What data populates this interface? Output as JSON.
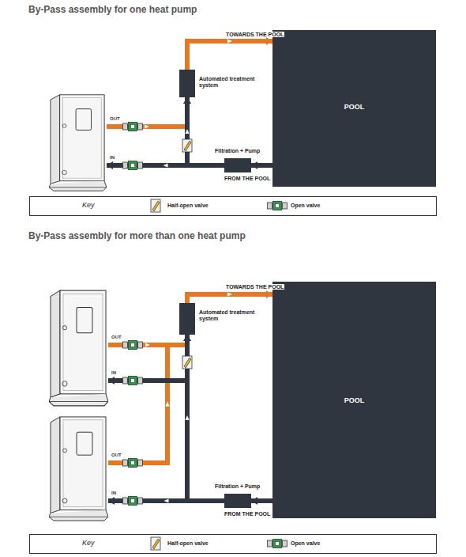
{
  "diagram": {
    "title": "By-Pass assembly for one heat pump",
    "nodes": [
      {
        "text": [
          "OUT",
          "IN"
        ]
      },
      {
        "text": [
          "Automated treatment system"
        ]
      },
      {
        "text": [
          "POOL"
        ]
      },
      {
        "text": [
          "Filtration + Pump"
        ]
      },
      {
        "text": [
          "OUT",
          "IN"
        ]
      },
      {
        "text": [
          "OUT",
          "IN"
        ]
      },
      {
        "text": [
          "Automated treatment system"
        ]
      },
      {
        "text": [
          "POOL"
        ]
      },
      {
        "text": [
          "Filtration + Pump"
        ]
      }
    ],
    "edges": [
      {
        "from": 0,
        "to": 1,
        "arrow": "to"
      },
      {
        "from": 1,
        "to": 2,
        "label": "TOWARDS THE POOL",
        "arrow": "to"
      },
      {
        "from": 2,
        "to": 3,
        "label": "FROM THE POOL",
        "arrow": "to"
      },
      {
        "from": 3,
        "to": 0,
        "arrow": "to"
      },
      {
        "from": 3,
        "to": 1,
        "arrow": "to"
      },
      {
        "from": 4,
        "to": 6,
        "arrow": "to"
      },
      {
        "from": 5,
        "to": 6,
        "arrow": "to"
      },
      {
        "from": 6,
        "to": 7,
        "label": "TOWARDS THE POOL",
        "arrow": "to"
      },
      {
        "from": 7,
        "to": 8,
        "label": "FROM THE POOL",
        "arrow": "to"
      },
      {
        "from": 8,
        "to": 5,
        "arrow": "to"
      },
      {
        "from": 8,
        "to": 4,
        "arrow": "to"
      },
      {
        "from": 8,
        "to": 6,
        "arrow": "to"
      }
    ],
    "labels": [
      "By-Pass assembly for more than one heat pump",
      "Key",
      "Key"
    ],
    "legend": [
      {
        "text": "Half-open valve"
      },
      {
        "text": "Open valve"
      },
      {
        "text": "Half-open valve"
      },
      {
        "text": "Open valve"
      }
    ]
  }
}
